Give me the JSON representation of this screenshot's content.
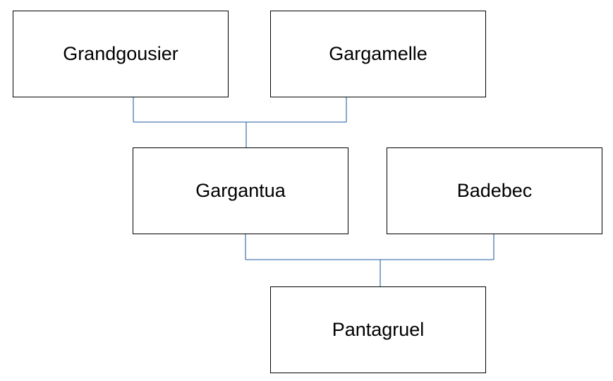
{
  "diagram": {
    "type": "family-tree",
    "line_color": "#4a7ab5",
    "nodes": [
      {
        "id": "grandgousier",
        "label": "Grandgousier"
      },
      {
        "id": "gargamelle",
        "label": "Gargamelle"
      },
      {
        "id": "gargantua",
        "label": "Gargantua"
      },
      {
        "id": "badebec",
        "label": "Badebec"
      },
      {
        "id": "pantagruel",
        "label": "Pantagruel"
      }
    ],
    "unions": [
      {
        "partners": [
          "grandgousier",
          "gargamelle"
        ],
        "child": "gargantua"
      },
      {
        "partners": [
          "gargantua",
          "badebec"
        ],
        "child": "pantagruel"
      }
    ]
  }
}
